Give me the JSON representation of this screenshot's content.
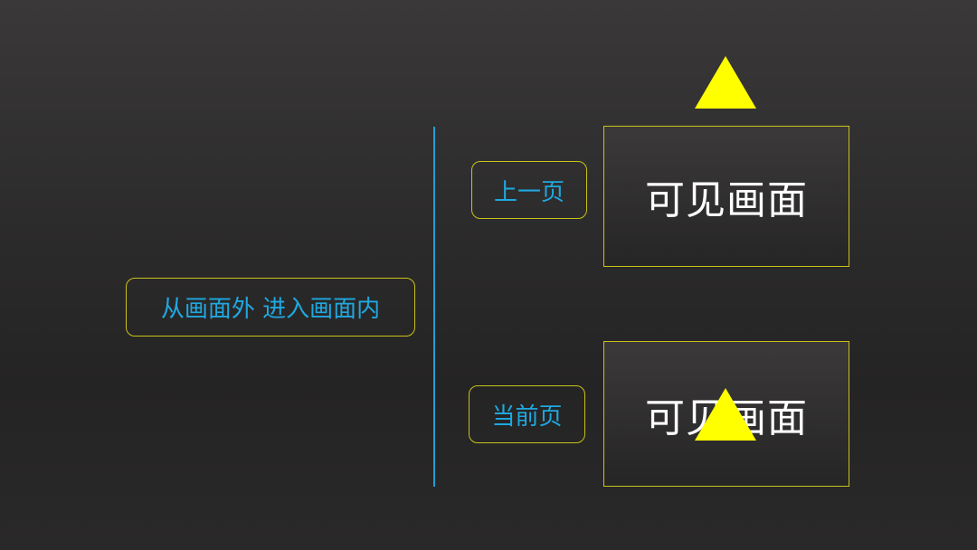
{
  "slide": {
    "main_label": "从画面外 进入画面内",
    "prev_page_label": "上一页",
    "current_page_label": "当前页",
    "visible_area_top": "可见画面",
    "visible_area_bottom": "可见画面"
  },
  "colors": {
    "label_text": "#1fa8e0",
    "box_border": "#c9c21a",
    "triangle": "#ffff00",
    "divider": "#1fa0d8",
    "screen_text": "#ffffff"
  }
}
